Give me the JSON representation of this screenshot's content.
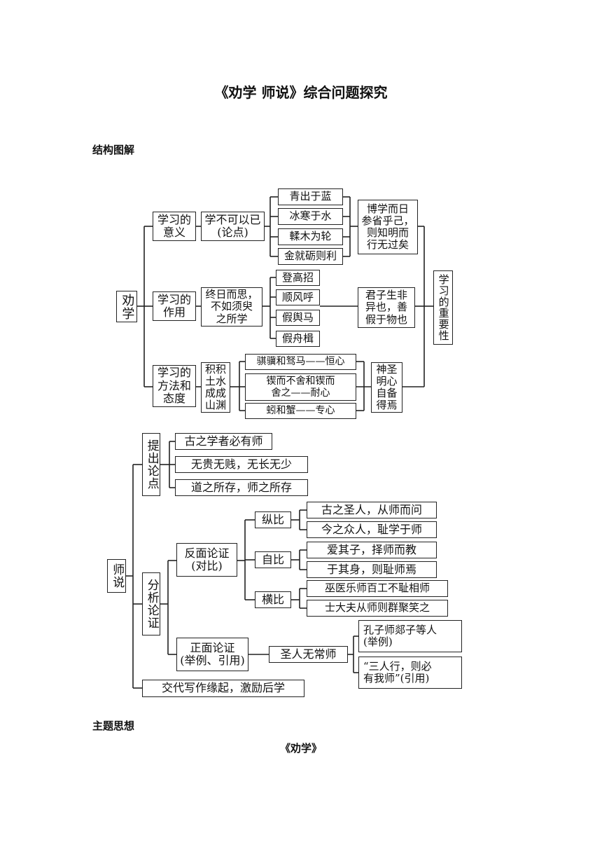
{
  "title": "《劝学 师说》综合问题探究",
  "section_structure": "结构图解",
  "section_theme": "主题思想",
  "subtitle": "《劝学》",
  "quanxue": {
    "root": "劝学",
    "b1": {
      "label": "学习的\n意义",
      "mid": "学不可以已\n(论点)",
      "leaves": [
        "青出于蓝",
        "冰寒于水",
        "輮木为轮",
        "金就砺则利"
      ],
      "summary": "博学而日\n参省乎己，\n则知明而\n行无过矣"
    },
    "b2": {
      "label": "学习的\n作用",
      "mid": "终日而思，\n不如须臾\n之所学",
      "leaves": [
        "登高招",
        "顺风呼",
        "假舆马",
        "假舟楫"
      ],
      "summary": "君子生非\n异也，善\n假于物也"
    },
    "b3": {
      "label": "学习的\n方法和\n态度",
      "mid": "积积\n土水\n成成\n山渊",
      "leaves": [
        "骐骥和驽马——恒心",
        "锲而不舍和锲而\n舍之——耐心",
        "蚓和蟹——专心"
      ],
      "summary": "神圣\n明心\n自备\n得焉"
    },
    "conclusion": "学习的重要性"
  },
  "shishuo": {
    "root": "师说",
    "p1": {
      "label": "提出论点",
      "items": [
        "古之学者必有师",
        "无贵无贱，无长无少",
        "道之所存，师之所存"
      ]
    },
    "p2": {
      "label": "分析论证",
      "neg": "反面论证\n(对比)",
      "groups": [
        {
          "label": "纵比",
          "items": [
            "古之圣人，从师而问",
            "今之众人，耻学于师"
          ]
        },
        {
          "label": "自比",
          "items": [
            "爱其子，择师而教",
            "于其身，则耻师焉"
          ]
        },
        {
          "label": "横比",
          "items": [
            "巫医乐师百工不耻相师",
            "士大夫从师则群聚笑之"
          ]
        }
      ],
      "pos": "正面论证\n(举例、引用)",
      "pos_mid": "圣人无常师",
      "pos_items": [
        "孔子师郯子等人\n(举例)",
        "“三人行，则必\n有我师”(引用)"
      ]
    },
    "p3": "交代写作缘起，激励后学"
  }
}
